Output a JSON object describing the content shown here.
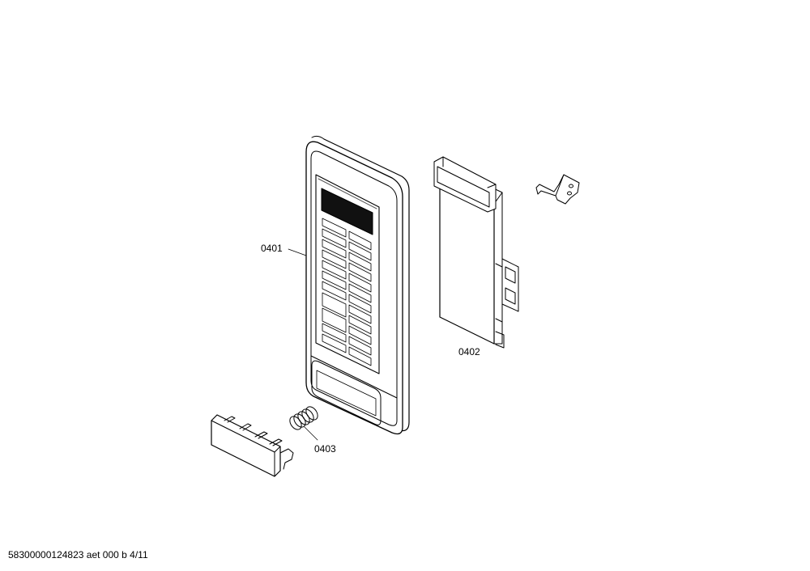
{
  "parts": [
    {
      "id": "control-panel",
      "label": "0401"
    },
    {
      "id": "circuit-board",
      "label": "0402"
    },
    {
      "id": "spring",
      "label": "0403"
    }
  ],
  "footer": {
    "doc_id": "58300000124823 aet 000 b 4/11"
  }
}
